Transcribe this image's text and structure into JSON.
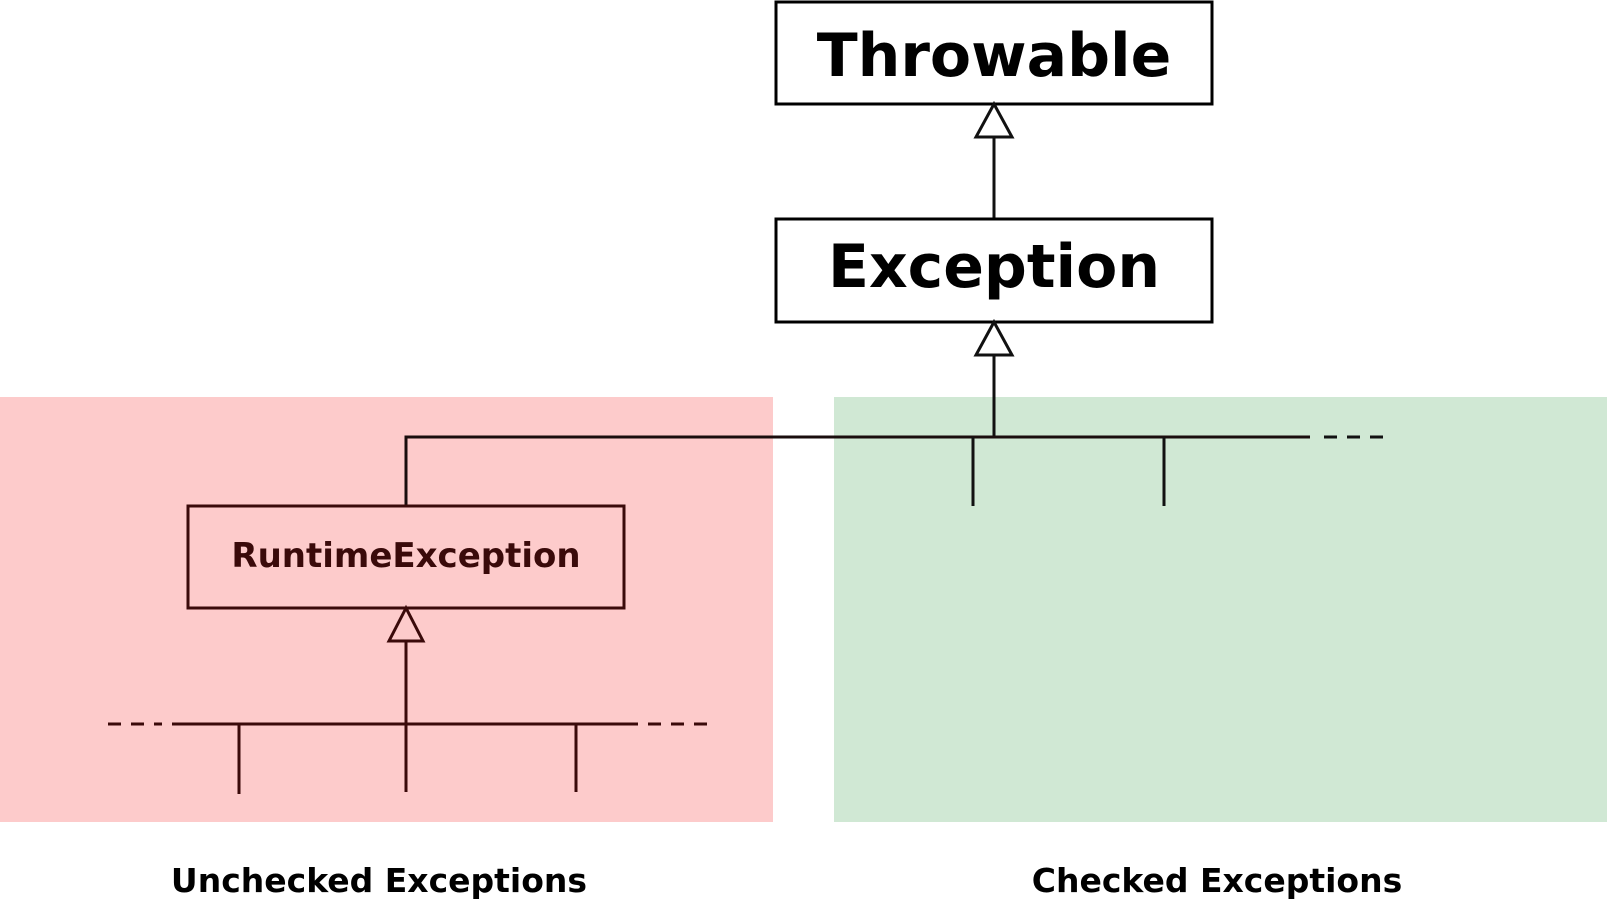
{
  "colors": {
    "unchecked_region": "#fdcbcb",
    "checked_region": "#d0e8d4",
    "line_dark": "#111111",
    "line_unchecked": "#3a0a0a",
    "box_stroke": "#000000"
  },
  "nodes": {
    "throwable": {
      "label": "Throwable"
    },
    "exception": {
      "label": "Exception"
    },
    "runtime_exception": {
      "label": "RuntimeException"
    }
  },
  "regions": {
    "unchecked": {
      "label": "Unchecked Exceptions"
    },
    "checked": {
      "label": "Checked Exceptions"
    }
  }
}
